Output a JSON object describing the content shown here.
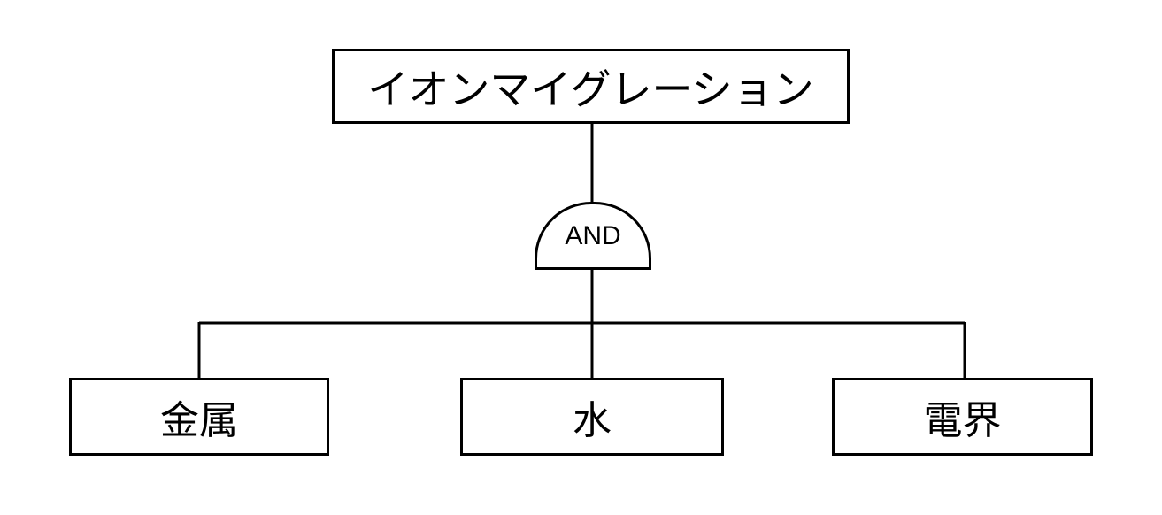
{
  "diagram": {
    "type": "fault-tree",
    "top_event": "イオンマイグレーション",
    "gate": "AND",
    "causes": [
      {
        "label": "金属"
      },
      {
        "label": "水"
      },
      {
        "label": "電界"
      }
    ],
    "colors": {
      "line": "#000000",
      "box_border": "#000000",
      "background": "#ffffff",
      "text": "#000000"
    }
  }
}
